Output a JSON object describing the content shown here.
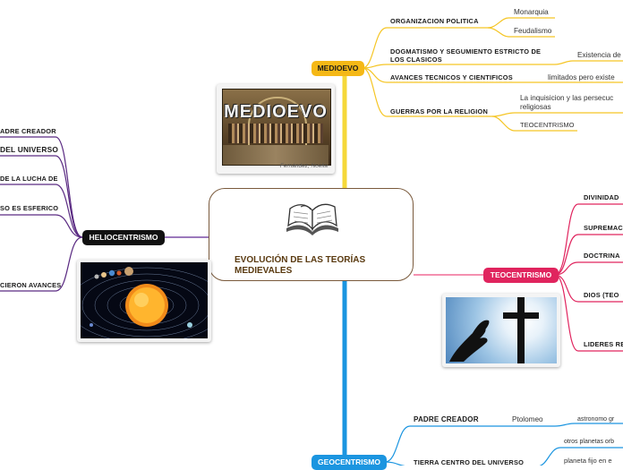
{
  "central": {
    "title": "EVOLUCIÓN DE LAS TEORÍAS MEDIEVALES"
  },
  "colors": {
    "medioevo": "#f5b816",
    "teocentrismo": "#e0245e",
    "heliocentrismo": "#5a2a82",
    "geocentrismo": "#1b95e0",
    "center_border": "#7a5a3c",
    "center_text": "#5a3a10"
  },
  "medioevo": {
    "label": "MEDIOEVO",
    "image_caption": "Fernández, Noelia",
    "image_title": "MEDIOEVO",
    "branches": [
      {
        "label": "ORGANIZACION POLITICA",
        "children": [
          "Monarquia",
          "Feudalismo"
        ]
      },
      {
        "label": "DOGMATISMO Y SEGUMIENTO ESTRICTO DE LOS CLASICOS",
        "children": [
          "Existencia de"
        ]
      },
      {
        "label": "AVANCES TECNICOS Y CIENTIFICOS",
        "children": [
          "limitados pero existe"
        ]
      },
      {
        "label": "GUERRAS POR LA RELIGION",
        "children": [
          "La inquisicion y las persecuc religiosas",
          "TEOCENTRISMO"
        ]
      }
    ]
  },
  "teocentrismo": {
    "label": "TEOCENTRISMO",
    "branches": [
      "DIVINIDAD",
      "SUPREMAC",
      "DOCTRINA",
      "DIOS (TEO",
      "LIDERES RE"
    ]
  },
  "heliocentrismo": {
    "label": "HELIOCENTRISMO",
    "branches": [
      "ADRE CREADOR",
      "DEL UNIVERSO",
      "DE LA LUCHA DE",
      "SO ES ESFERICO",
      "CIERON AVANCES"
    ]
  },
  "geocentrismo": {
    "label": "GEOCENTRISMO",
    "branches": [
      {
        "label": "PADRE CREADOR",
        "children": [
          "Ptolomeo",
          "astronomo gr"
        ]
      },
      {
        "label": "TIERRA CENTRO DEL UNIVERSO",
        "children": [
          "otros planetas orb",
          "planeta fijo en e"
        ]
      }
    ]
  }
}
